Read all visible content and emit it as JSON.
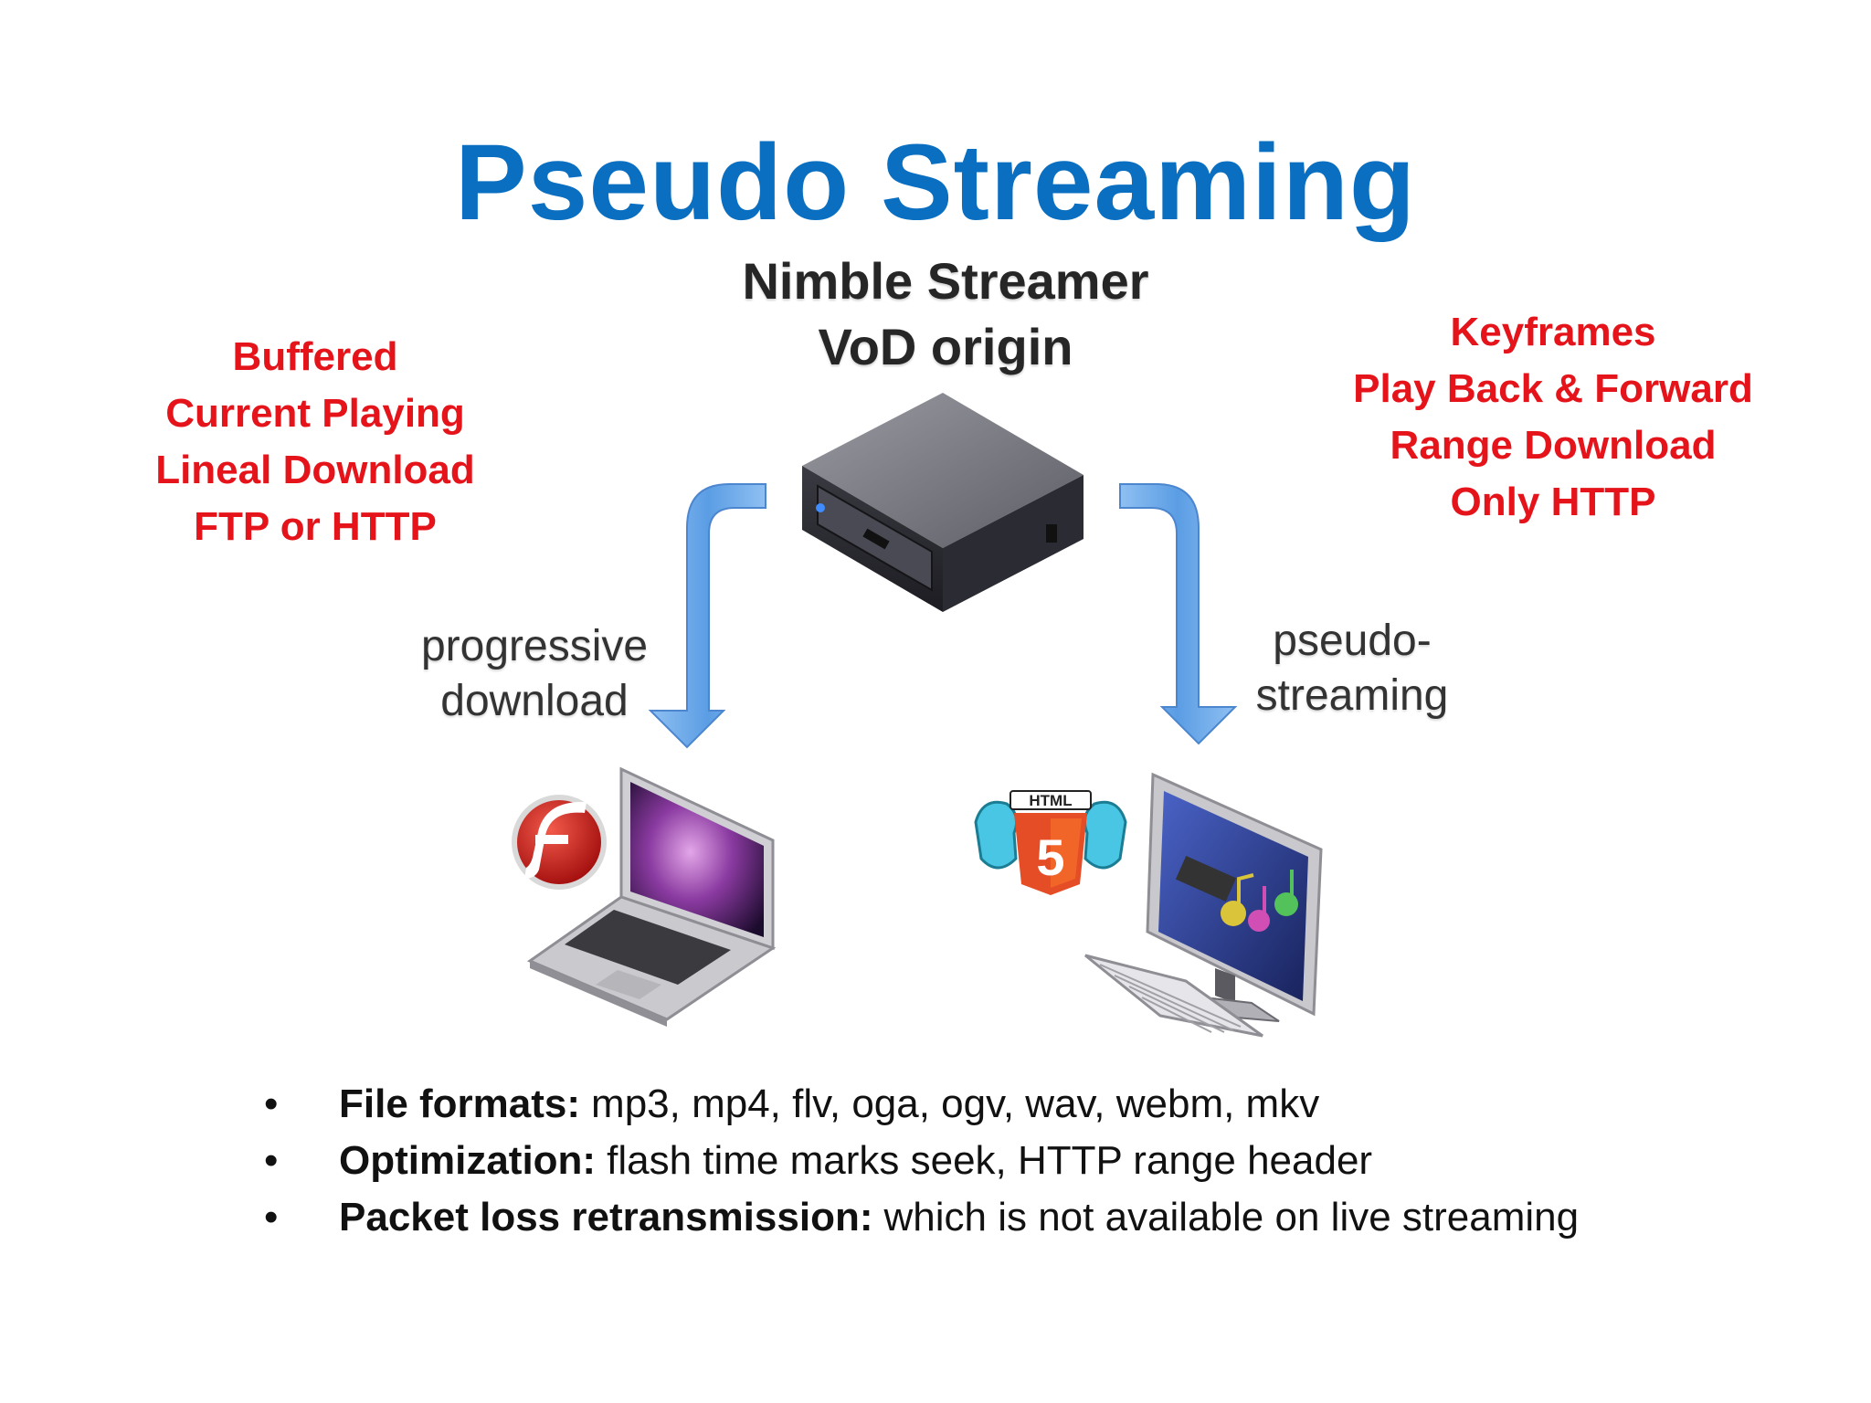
{
  "slide": {
    "title": "Pseudo Streaming",
    "server_label": [
      "Nimble Streamer",
      "VoD origin"
    ],
    "left_flow_label": [
      "progressive",
      "download"
    ],
    "right_flow_label": [
      "pseudo-",
      "streaming"
    ],
    "left_features": [
      "Buffered",
      "Current Playing",
      "Lineal Download",
      "FTP or HTTP"
    ],
    "right_features": [
      "Keyframes",
      "Play Back & Forward",
      "Range Download",
      "Only HTTP"
    ],
    "html5_badge": "HTML",
    "html5_number": "5",
    "bullets": [
      {
        "key": "File formats:",
        "text": "mp3, mp4, flv, oga, ogv, wav, webm, mkv"
      },
      {
        "key": "Optimization:",
        "text": "flash time marks seek, HTTP range header"
      },
      {
        "key": "Packet loss retransmission:",
        "text": "which is not available on live streaming"
      }
    ],
    "bullet_symbol": "•"
  },
  "colors": {
    "title": "#0a6fc1",
    "feature_text": "#e5141b",
    "arrow": "#6aa8e8"
  },
  "icons": [
    "server-icon",
    "flash-logo-icon",
    "laptop-icon",
    "html5-logo-icon",
    "desktop-monitor-icon",
    "keyboard-icon"
  ]
}
